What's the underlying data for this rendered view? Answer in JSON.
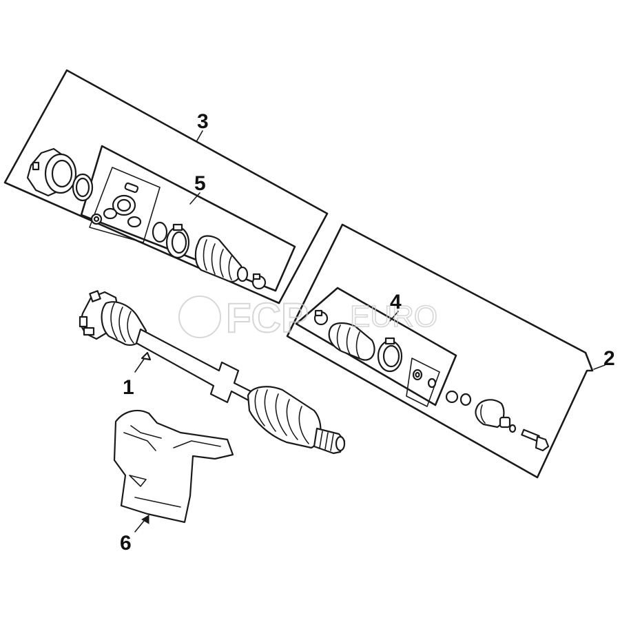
{
  "callouts": {
    "c1": "1",
    "c2": "2",
    "c3": "3",
    "c4": "4",
    "c5": "5",
    "c6": "6"
  },
  "watermark": {
    "brand": "FCP",
    "suffix": "EURO"
  },
  "colors": {
    "line": "#1a1a1a",
    "background": "#ffffff",
    "watermark": "#c9c9c9"
  }
}
